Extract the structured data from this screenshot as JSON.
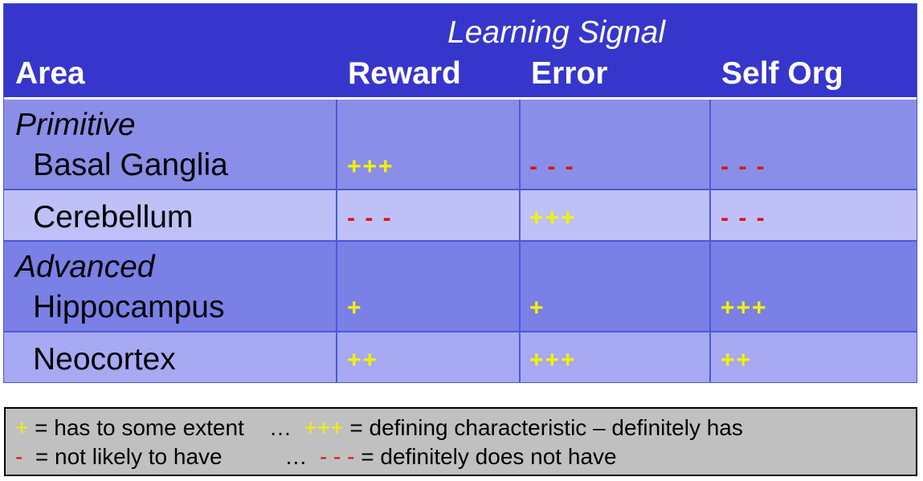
{
  "table": {
    "super_header": "Learning Signal",
    "columns": [
      "Area",
      "Reward",
      "Error",
      "Self Org"
    ],
    "groups": [
      {
        "label": "Primitive",
        "rows": [
          {
            "area": "Basal Ganglia",
            "reward": "+++",
            "error": "- - -",
            "self_org": "- - -"
          },
          {
            "area": "Cerebellum",
            "reward": "- - -",
            "error": "+++",
            "self_org": "- - -"
          }
        ]
      },
      {
        "label": "Advanced",
        "rows": [
          {
            "area": "Hippocampus",
            "reward": "+",
            "error": "+",
            "self_org": "+++"
          },
          {
            "area": "Neocortex",
            "reward": "++",
            "error": "+++",
            "self_org": "++"
          }
        ]
      }
    ]
  },
  "legend": {
    "line1": {
      "sym1": "+",
      "text1": " = has to some extent    …  ",
      "sym2": "+++",
      "text2": " = defining characteristic – definitely has"
    },
    "line2": {
      "sym1": "-",
      "text1": "  = not likely to have          …  ",
      "sym2": "- - -",
      "text2": " = definitely does not have"
    }
  },
  "colors": {
    "header_bg": "#3636cc",
    "row_primitive_bg": "#8b8ee8",
    "row_cerebellum_bg": "#bfc0f8",
    "row_advanced_bg": "#7a80e6",
    "row_neocortex_bg": "#a7a9f2",
    "plus": "#f2f200",
    "minus": "#e01010",
    "legend_bg": "#c0c0c0"
  }
}
